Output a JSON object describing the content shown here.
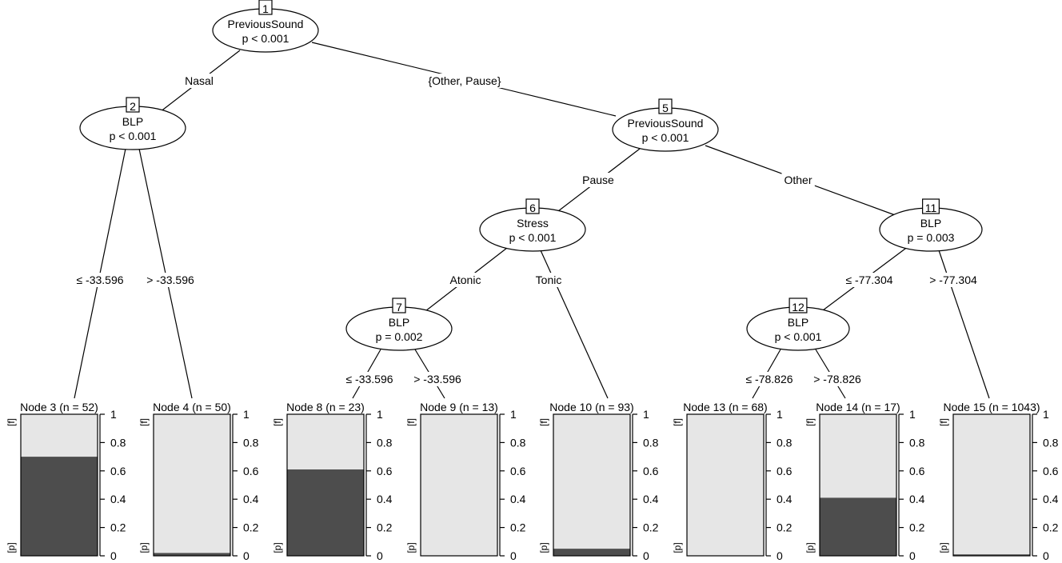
{
  "colors": {
    "class_f": "#e6e6e6",
    "class_p": "#4d4d4d"
  },
  "inner_nodes": [
    {
      "id": "1",
      "variable": "PreviousSound",
      "pvalue": "p < 0.001"
    },
    {
      "id": "2",
      "variable": "BLP",
      "pvalue": "p < 0.001"
    },
    {
      "id": "5",
      "variable": "PreviousSound",
      "pvalue": "p < 0.001"
    },
    {
      "id": "6",
      "variable": "Stress",
      "pvalue": "p < 0.001"
    },
    {
      "id": "7",
      "variable": "BLP",
      "pvalue": "p = 0.002"
    },
    {
      "id": "11",
      "variable": "BLP",
      "pvalue": "p = 0.003"
    },
    {
      "id": "12",
      "variable": "BLP",
      "pvalue": "p < 0.001"
    }
  ],
  "edge_labels": [
    "Nasal",
    "{Other, Pause}",
    "≤ -33.596",
    "> -33.596",
    "Pause",
    "Other",
    "Atonic",
    "Tonic",
    "≤ -33.596",
    "> -33.596",
    "≤ -77.304",
    "> -77.304",
    "≤ -78.826",
    "> -78.826"
  ],
  "axis": {
    "ticks": [
      "0",
      "0.2",
      "0.4",
      "0.6",
      "0.8",
      "1"
    ],
    "class_top": "[f]",
    "class_bottom": "[p]"
  },
  "chart_data": {
    "type": "bar",
    "categories": [
      "f",
      "p"
    ],
    "ylim": [
      0,
      1
    ],
    "terminal_nodes": [
      {
        "label": "Node 3 (n = 52)",
        "p": 0.7
      },
      {
        "label": "Node 4 (n = 50)",
        "p": 0.02
      },
      {
        "label": "Node 8 (n = 23)",
        "p": 0.61
      },
      {
        "label": "Node 9 (n = 13)",
        "p": 0.0
      },
      {
        "label": "Node 10 (n = 93)",
        "p": 0.05
      },
      {
        "label": "Node 13 (n = 68)",
        "p": 0.0
      },
      {
        "label": "Node 14 (n = 17)",
        "p": 0.41
      },
      {
        "label": "Node 15 (n = 1043)",
        "p": 0.01
      }
    ]
  }
}
